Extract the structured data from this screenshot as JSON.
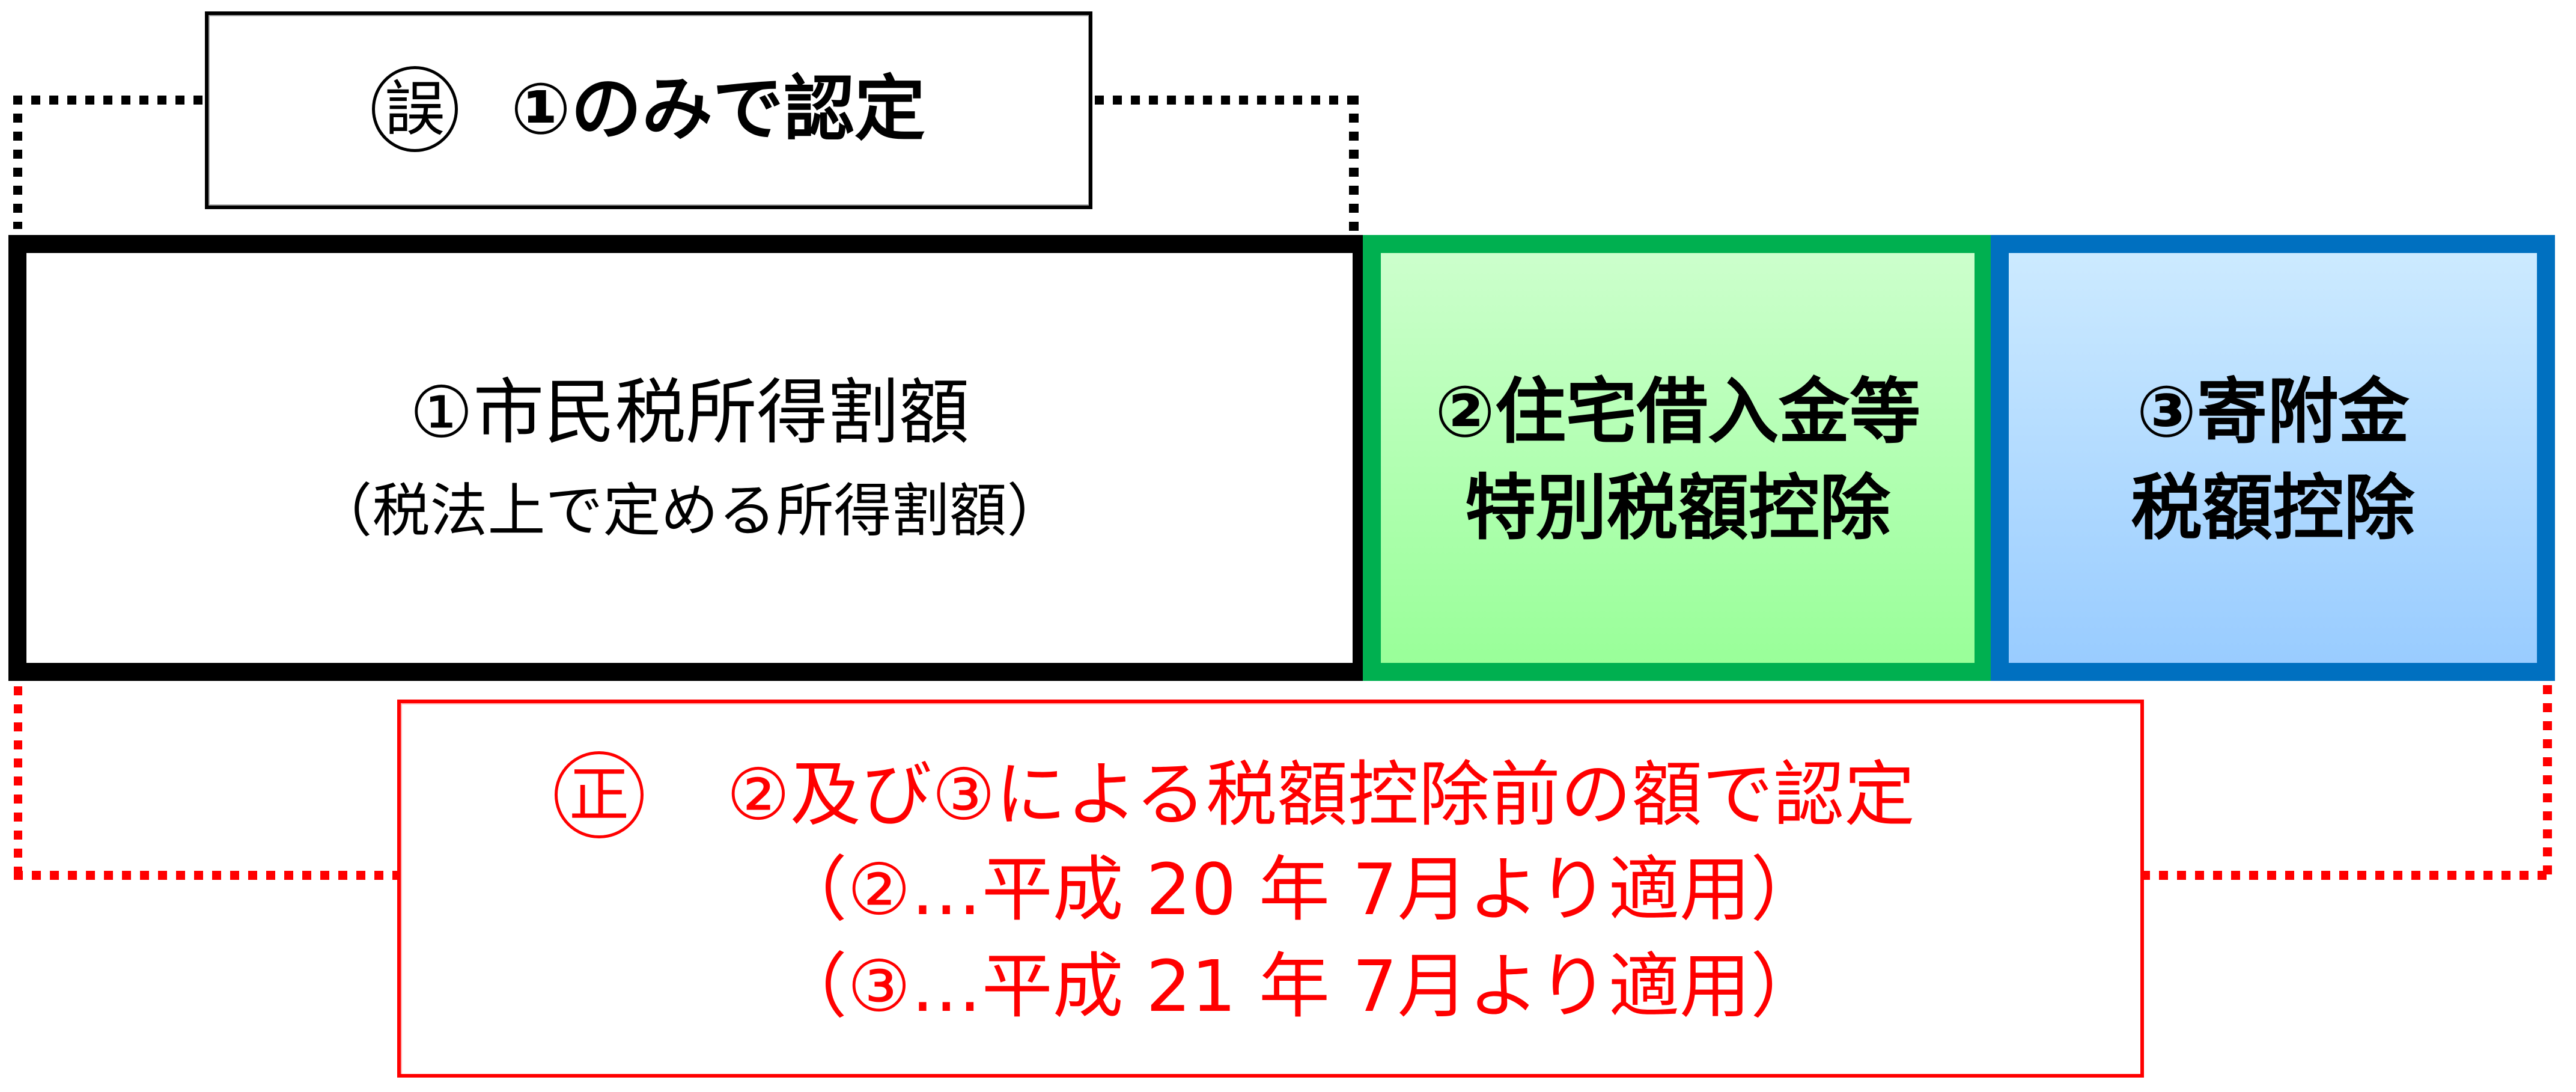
{
  "wrong_label": {
    "badge": "誤",
    "text": "①のみで認定"
  },
  "boxes": {
    "income": {
      "line1": "①市民税所得割額",
      "line2": "（税法上で定める所得割額）"
    },
    "housing": {
      "line1": "②住宅借入金等",
      "line2": "特別税額控除"
    },
    "donation": {
      "line1": "③寄附金",
      "line2": "税額控除"
    }
  },
  "correct_label": {
    "badge": "正",
    "line1": "②及び③による税額控除前の額で認定",
    "line2": "（②…平成 20 年 7月より適用）",
    "line3": "（③…平成 21 年 7月より適用）"
  },
  "colors": {
    "wrong": "#000000",
    "correct": "#ff0000",
    "income_border": "#000000",
    "housing_border": "#00b050",
    "housing_fill_top": "#ccffcc",
    "housing_fill_bottom": "#99ff99",
    "donation_border": "#0070c0",
    "donation_fill_top": "#cceaff",
    "donation_fill_bottom": "#99ccff"
  }
}
